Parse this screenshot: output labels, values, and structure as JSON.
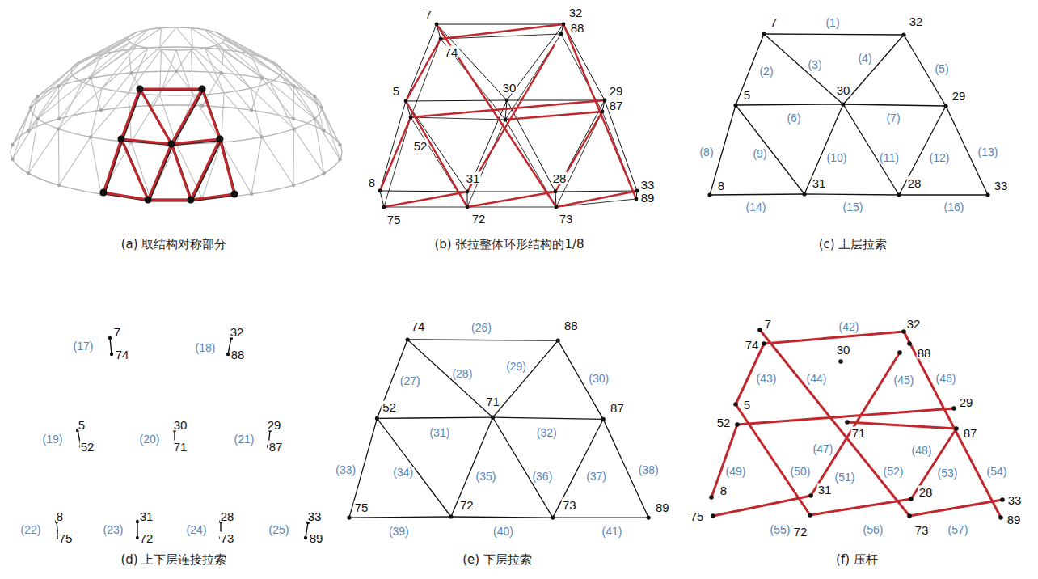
{
  "diagram": {
    "labels": [
      "7",
      "32",
      "88",
      "74",
      "5",
      "30",
      "29",
      "87",
      "52",
      "31",
      "28",
      "8",
      "33",
      "89",
      "75",
      "72",
      "73",
      "7",
      "(1)",
      "32",
      "(2)",
      "(3)",
      "(4)",
      "(5)",
      "5",
      "30",
      "29",
      "(6)",
      "(7)",
      "(8)",
      "(9)",
      "(10)",
      "(11)",
      "(12)",
      "(13)",
      "8",
      "31",
      "28",
      "33",
      "(14)",
      "(15)",
      "(16)",
      "(a) 取结构对称部分",
      "(b) 张拉整体环形结构的1/8",
      "(c) 上层拉索",
      "(17)",
      "7",
      "74",
      "(18)",
      "32",
      "88",
      "(19)",
      "5",
      "52",
      "(20)",
      "30",
      "71",
      "(21)",
      "29",
      "87",
      "(22)",
      "8",
      "75",
      "(23)",
      "31",
      "72",
      "(24)",
      "28",
      "73",
      "(25)",
      "33",
      "89",
      "74",
      "(26)",
      "88",
      "(27)",
      "(28)",
      "(29)",
      "(30)",
      "52",
      "71",
      "87",
      "(31)",
      "(32)",
      "(33)",
      "(34)",
      "(35)",
      "(36)",
      "(37)",
      "(38)",
      "75",
      "72",
      "73",
      "89",
      "(39)",
      "(40)",
      "(41)",
      "7",
      "32",
      "74",
      "(42)",
      "88",
      "(43)",
      "(44)",
      "30",
      "(45)",
      "(46)",
      "5",
      "29",
      "52",
      "(47)",
      "71",
      "(48)",
      "87",
      "(49)",
      "(50)",
      "(51)",
      "(52)",
      "(53)",
      "(54)",
      "8",
      "31",
      "28",
      "75",
      "33",
      "(55)",
      "72",
      "73",
      "(56)",
      "(57)",
      "89",
      "(d) 上下层连接拉索",
      "(e) 下层拉索",
      "(f) 压杆"
    ]
  }
}
